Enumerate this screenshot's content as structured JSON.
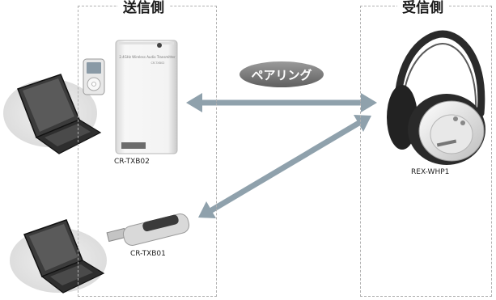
{
  "sections": {
    "sender": {
      "title": "送信側"
    },
    "receiver": {
      "title": "受信側"
    }
  },
  "pairing": {
    "label": "ペアリング"
  },
  "devices": {
    "transmitter_box": {
      "model": "CR-TXB02",
      "brand_text": "2.4GHz Wireless Audio Transmitter",
      "model_small": "CR-TXB02"
    },
    "usb_dongle": {
      "model": "CR-TXB01"
    },
    "headphones": {
      "model": "REX-WHP1"
    }
  },
  "colors": {
    "arrow": "#8fa1ac",
    "pairing_badge": "#7b7b7b",
    "ellipse": "#e6e6e6",
    "panel_border": "#b0b0b0"
  }
}
